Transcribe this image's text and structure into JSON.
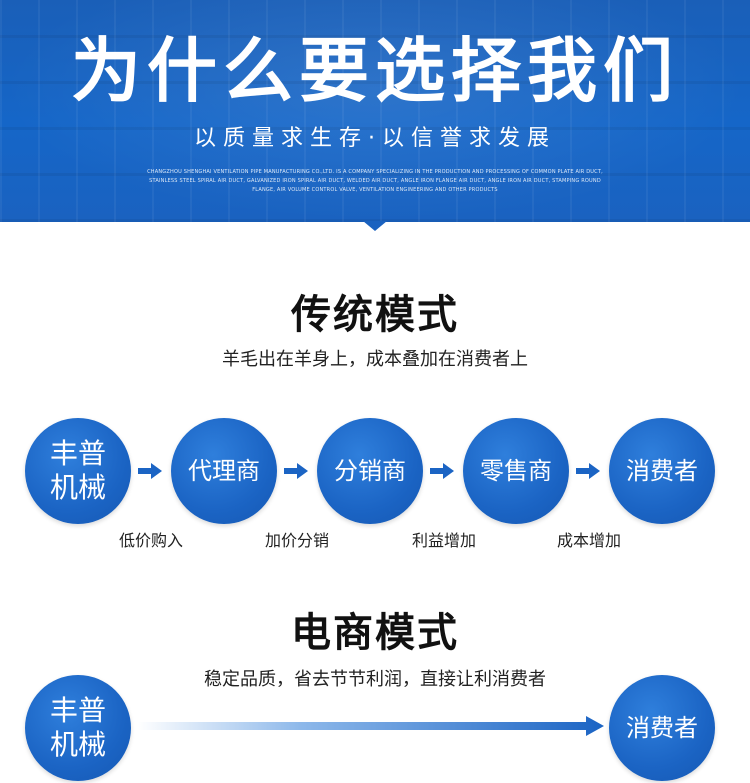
{
  "banner": {
    "title": "为什么要选择我们",
    "slogan": "以质量求生存·以信誉求发展",
    "description": "CHANGZHOU SHENGHAI VENTILATION PIPE MANUFACTURING CO.,LTD. IS A COMPANY SPECIALIZING IN THE PRODUCTION AND PROCESSING OF COMMON PLATE AIR DUCT, STAINLESS STEEL SPIRAL AIR DUCT, GALVANIZED IRON SPIRAL AIR DUCT, WELDED AIR DUCT, ANGLE IRON FLANGE AIR DUCT, ANGLE IRON AIR DUCT, STAMPING ROUND FLANGE, AIR VOLUME CONTROL VALVE, VENTILATION ENGINEERING AND OTHER PRODUCTS",
    "color": "#1566c8"
  },
  "traditional": {
    "title": "传统模式",
    "subtitle": "羊毛出在羊身上，成本叠加在消费者上",
    "nodes": [
      {
        "line1": "丰普",
        "line2": "机械"
      },
      {
        "line1": "代理商"
      },
      {
        "line1": "分销商"
      },
      {
        "line1": "零售商"
      },
      {
        "line1": "消费者"
      }
    ],
    "labels": [
      "低价购入",
      "加价分销",
      "利益增加",
      "成本增加"
    ]
  },
  "ecommerce": {
    "title": "电商模式",
    "subtitle": "稳定品质，省去节节利润，直接让利消费者",
    "source": {
      "line1": "丰普",
      "line2": "机械"
    },
    "target": "消费者"
  }
}
